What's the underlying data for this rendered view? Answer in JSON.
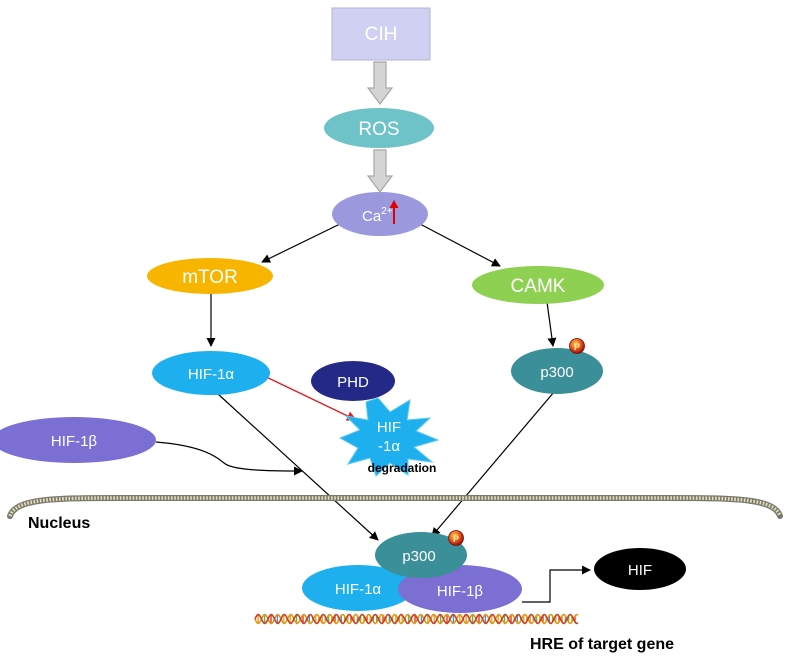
{
  "nodes": {
    "cih": "CIH",
    "ros": "ROS",
    "calcium": "Ca",
    "calcium_sup": "2+",
    "mtor": "mTOR",
    "camk": "CAMK",
    "hif1a": "HIF-1α",
    "phd": "PHD",
    "p300": "p300",
    "hif1b": "HIF-1β",
    "hif_degraded_line1": "HIF",
    "hif_degraded_line2": "-1α",
    "degradation": "degradation",
    "nucleus": "Nucleus",
    "complex_p300": "p300",
    "complex_hif1a": "HIF-1α",
    "complex_hif1b": "HIF-1β",
    "hif": "HIF",
    "hre": "HRE of target gene"
  },
  "colors": {
    "cih_fill": "#d0d0f2",
    "cih_text": "#ffffff",
    "ros_fill": "#6ec3c8",
    "calcium_fill": "#9b98de",
    "mtor_fill": "#f7b500",
    "camk_fill": "#8ed052",
    "hif1a_fill": "#1eb0ee",
    "phd_fill": "#242887",
    "p300_fill": "#3a8f98",
    "hif1b_fill": "#7b6fd3",
    "burst_fill": "#1eb0ee",
    "hif_fill": "#000000",
    "up_arrow": "#e00000",
    "inhibit_arrow": "#e02020",
    "phospho_marker": "#c81e1e"
  }
}
